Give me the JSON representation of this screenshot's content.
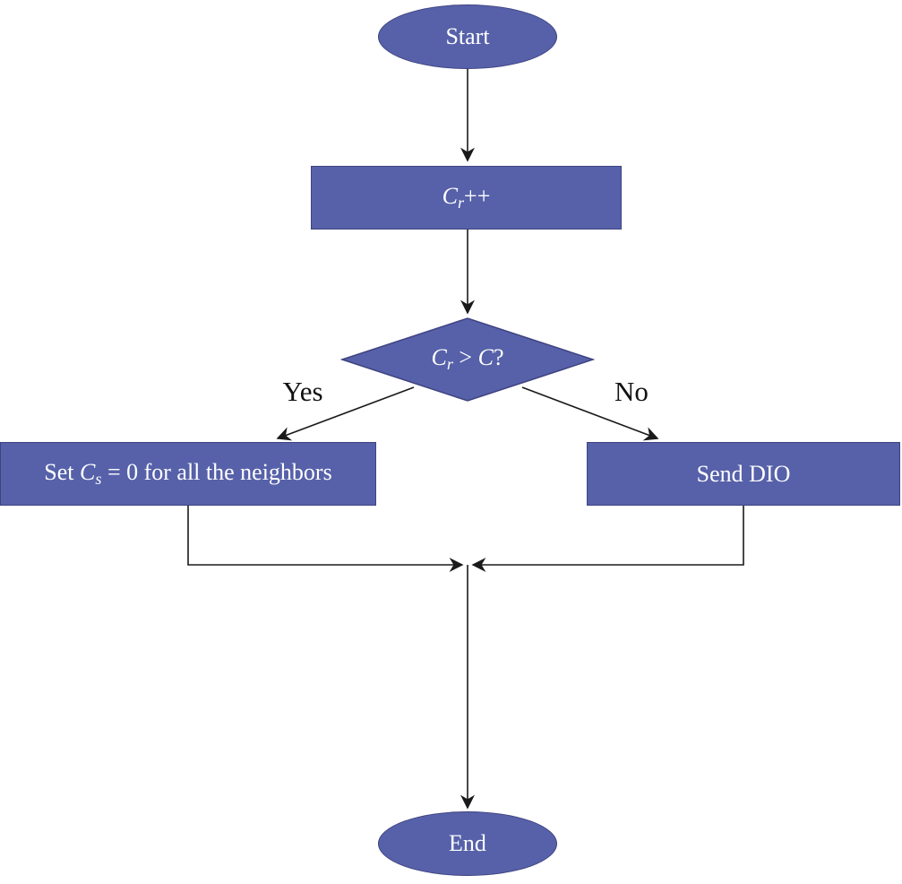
{
  "diagram": {
    "nodes": {
      "start": {
        "label": "Start"
      },
      "increment": {
        "var": "C",
        "sub": "r",
        "suffix": "++"
      },
      "decision": {
        "var": "C",
        "sub": "r",
        "mid": " > ",
        "var2": "C",
        "suffix": "?"
      },
      "reset": {
        "prefix": "Set ",
        "var": "C",
        "sub": "s",
        "suffix": " = 0 for all the neighbors"
      },
      "send_dio": {
        "label": "Send DIO"
      },
      "end": {
        "label": "End"
      }
    },
    "edge_labels": {
      "yes": "Yes",
      "no": "No"
    },
    "colors": {
      "node_fill": "#5661a9",
      "node_border": "#3e4380",
      "node_text": "#ffffff",
      "line": "#1a1a1a",
      "label_text": "#111111"
    }
  }
}
